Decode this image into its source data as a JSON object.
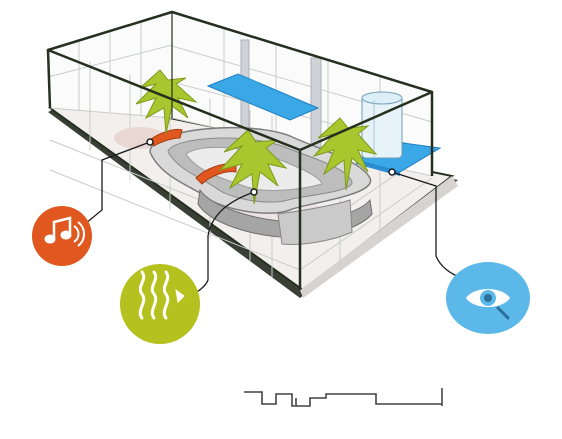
{
  "diagram": {
    "kind": "axonometric-room-section",
    "callouts": [
      {
        "id": "sound",
        "icon": "music-note-icon",
        "color": "#e0581f",
        "target": "orange-bench"
      },
      {
        "id": "air",
        "icon": "steam-waves-icon",
        "color": "#b5c11f",
        "target": "orange-heater"
      },
      {
        "id": "view",
        "icon": "eye-icon",
        "color": "#5bb8e8",
        "target": "blue-platform"
      }
    ],
    "colors": {
      "frame": "#26301f",
      "grid": "#c9cdc9",
      "floor": "#f2efed",
      "bench": "#a5a5a5",
      "plant": "#a8c62d",
      "accent_orange": "#e0581f",
      "accent_blue": "#3aa7e6",
      "pillar": "#cfd3d8"
    }
  }
}
